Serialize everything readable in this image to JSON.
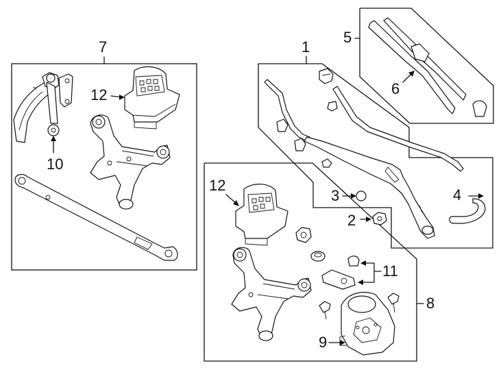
{
  "callouts": {
    "c1": "1",
    "c2": "2",
    "c3": "3",
    "c4": "4",
    "c5": "5",
    "c6": "6",
    "c7": "7",
    "c8": "8",
    "c9": "9",
    "c10": "10",
    "c11": "11",
    "c12a": "12",
    "c12b": "12"
  }
}
